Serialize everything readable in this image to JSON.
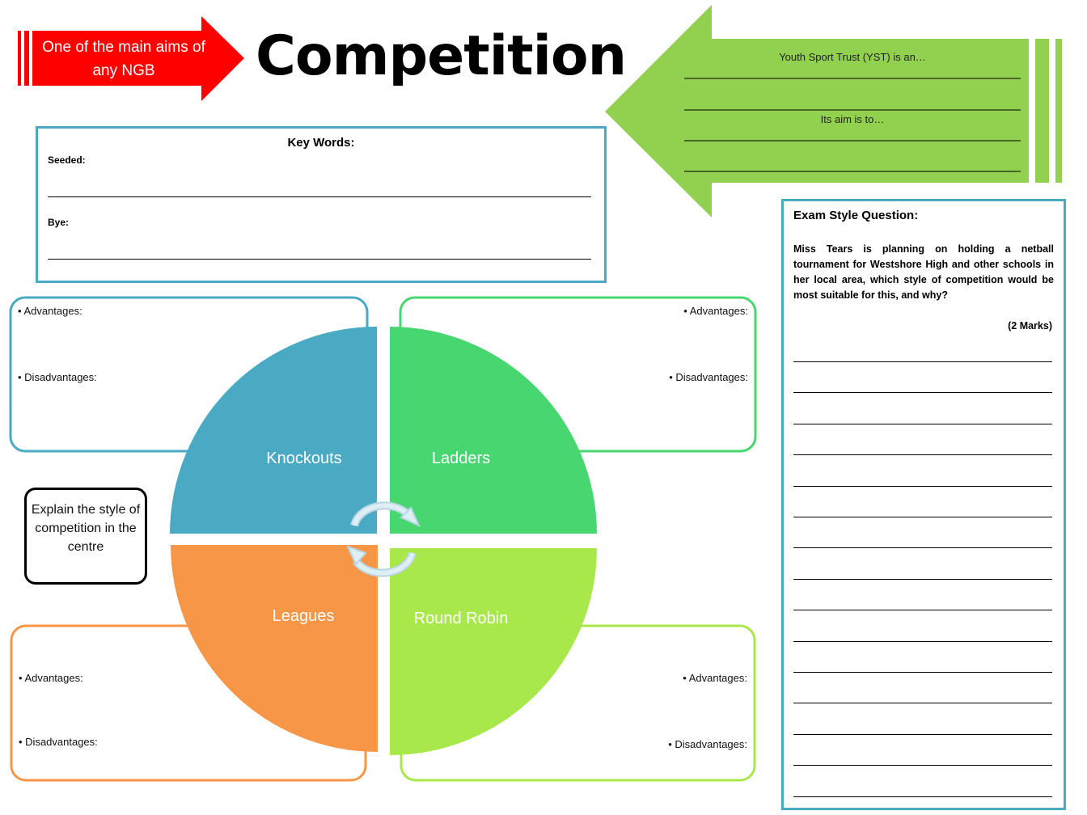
{
  "header": {
    "title": "Competition",
    "red_arrow_text": "One of the main aims of any NGB"
  },
  "yst_arrow": {
    "line1": "Youth Sport Trust (YST) is an…",
    "line2": "Its aim is to…"
  },
  "key_words": {
    "title": "Key Words:",
    "items": [
      "Seeded:",
      "Bye:"
    ]
  },
  "exam": {
    "title": "Exam Style Question:",
    "question": "Miss Tears is planning on holding a netball tournament for Westshore High and other schools in her local area, which style of competition would be most suitable for this, and why?",
    "marks": "(2 Marks)"
  },
  "panels": {
    "advantages": "• Advantages:",
    "disadvantages": "• Disadvantages:"
  },
  "segments": {
    "knockouts": "Knockouts",
    "ladders": "Ladders",
    "leagues": "Leagues",
    "round_robin": "Round Robin"
  },
  "explain_box": "Explain the style of competition in the centre",
  "colors": {
    "red": "#ff0000",
    "green_arrow": "#92d050",
    "knockouts": "#4aaac4",
    "ladders": "#48d670",
    "leagues": "#f79646",
    "round_robin": "#a9e84a",
    "box_border": "#4aaac4"
  }
}
